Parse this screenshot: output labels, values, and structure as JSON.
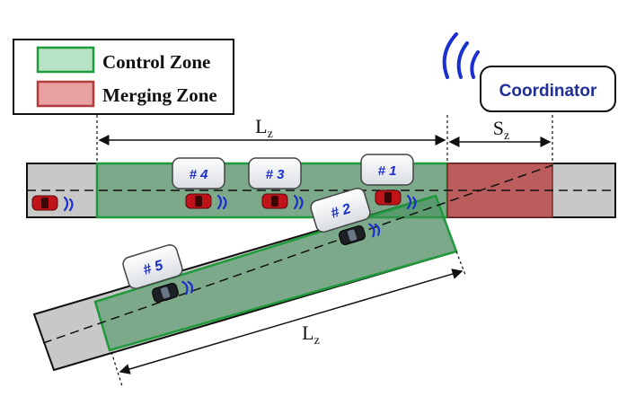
{
  "legend": {
    "items": [
      {
        "label": "Control Zone",
        "fill": "#b7e3c4",
        "stroke": "#1f9a3a"
      },
      {
        "label": "Merging Zone",
        "fill": "#e8a0a0",
        "stroke": "#b23b3b"
      }
    ]
  },
  "coordinator": {
    "label": "Coordinator",
    "text_color": "#1f2f9a"
  },
  "dimensions": {
    "main_lz": {
      "base": "L",
      "sub": "z"
    },
    "merge_sz": {
      "base": "S",
      "sub": "z"
    },
    "ramp_lz": {
      "base": "L",
      "sub": "z"
    }
  },
  "vehicles": [
    {
      "id": "# 1"
    },
    {
      "id": "# 2"
    },
    {
      "id": "# 3"
    },
    {
      "id": "# 4"
    },
    {
      "id": "# 5"
    }
  ],
  "colors": {
    "road": "#c8c8c8",
    "control_zone": "#3f8f5a",
    "merging_zone": "#b84a4a",
    "signal": "#1a2fd0",
    "label_text": "#1a2fd0"
  }
}
